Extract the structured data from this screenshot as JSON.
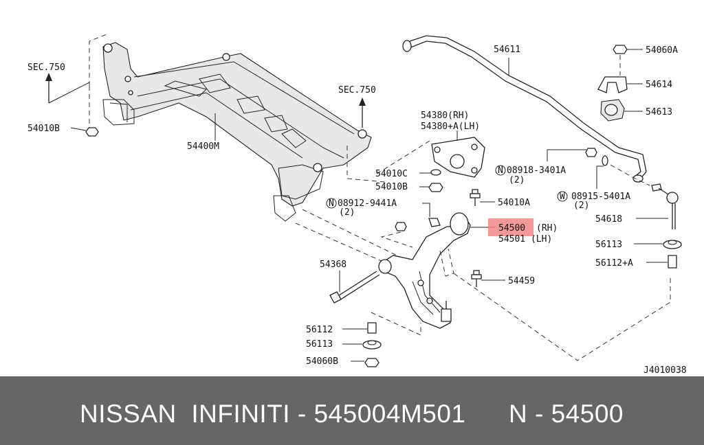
{
  "diagram": {
    "sections": [
      {
        "id": "sec_left",
        "text": "SEC.750"
      },
      {
        "id": "sec_mid",
        "text": "SEC.750"
      }
    ],
    "labels": {
      "l54010B_a": "54010B",
      "l54400M": "54400M",
      "l54380rh": "54380(RH)",
      "l54380lh": "54380+A(LH)",
      "l54010C": "54010C",
      "l54010B_b": "54010B",
      "l54010A": "54010A",
      "l08912": "08912-9441A",
      "l08912q": "(2)",
      "l08918": "08918-3401A",
      "l08918q": "(2)",
      "l08915": "08915-5401A",
      "l08915q": "(2)",
      "l54611": "54611",
      "l54060A": "54060A",
      "l54614": "54614",
      "l54613": "54613",
      "l54618": "54618",
      "l54500": "54500",
      "l54500rh": "(RH)",
      "l54501": "54501 (LH)",
      "l56113_r": "56113",
      "l56112A": "56112+A",
      "l54368": "54368",
      "l54459": "54459",
      "l56112": "56112",
      "l56113_l": "56113",
      "l54060B": "54060B",
      "code": "J4010038"
    },
    "circle_letters": {
      "n1": "N",
      "n2": "N",
      "w1": "W"
    },
    "highlight_color": "#f08080"
  },
  "banner": {
    "left_text": "NISSAN  INFINITI - 545004M501",
    "right_text": "N - 54500",
    "background": "#666666",
    "text_color": "#ffffff"
  }
}
